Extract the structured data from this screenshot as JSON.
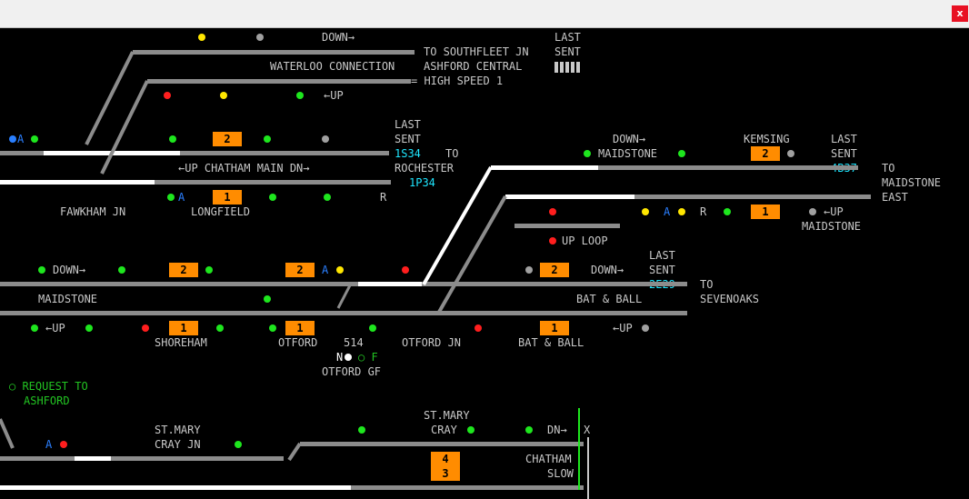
{
  "window": {
    "close_label": "x"
  },
  "labels": {
    "down_1": "DOWN→",
    "to_southfleet": "TO SOUTHFLEET JN",
    "last_sent_1": "LAST",
    "last_sent_1b": "SENT",
    "waterloo": "WATERLOO CONNECTION",
    "ashford_central": "ASHFORD CENTRAL",
    "hs1": "= HIGH SPEED 1",
    "up_1": "←UP",
    "last_sent_2": "LAST",
    "last_sent_2b": "SENT",
    "to_rochester_1": "TO",
    "to_rochester_2": "ROCHESTER",
    "chatham_main": "←UP CHATHAM MAIN DN→",
    "fawkham": "FAWKHAM JN",
    "longfield": "LONGFIELD",
    "down_maidstone": "DOWN→",
    "maidstone_top": "MAIDSTONE",
    "kemsing": "KEMSING",
    "last_sent_3": "LAST",
    "last_sent_3b": "SENT",
    "to_maidstone_east_1": "TO",
    "to_maidstone_east_2": "MAIDSTONE",
    "to_maidstone_east_3": "EAST",
    "up_loop": "UP LOOP",
    "maidstone_r": "MAIDSTONE",
    "up_2": "←UP",
    "down_2": "DOWN→",
    "maidstone_l": "MAIDSTONE",
    "down_3": "DOWN→",
    "last_sent_4": "LAST",
    "last_sent_4b": "SENT",
    "to_sevenoaks_1": "TO",
    "to_sevenoaks_2": "SEVENOAKS",
    "bat_ball_1": "BAT & BALL",
    "up_3": "←UP",
    "shoreham": "SHOREHAM",
    "otford": "OTFORD",
    "n514": "514",
    "otford_jn": "OTFORD JN",
    "bat_ball_2": "BAT & BALL",
    "up_4": "←UP",
    "otford_gf": "OTFORD GF",
    "gf_n": "N",
    "gf_f": "F",
    "request_1": "○ REQUEST TO",
    "request_2": "ASHFORD",
    "st_mary_1": "ST.MARY",
    "cray_jn": "CRAY JN",
    "st_mary_2": "ST.MARY",
    "cray": "CRAY",
    "dn_x": "DN→",
    "x": "X",
    "chatham_slow_1": "CHATHAM",
    "chatham_slow_2": "SLOW",
    "a1": "A",
    "a2": "A",
    "a3": "A",
    "a4": "A",
    "a5": "A",
    "r1": "R",
    "r2": "R",
    "up5": "←UP"
  },
  "descriptions": {
    "d1": "1S34",
    "d2": "1P34",
    "d3": "4B37",
    "d4": "2E29"
  },
  "berths": {
    "b1": "2",
    "b2": "1",
    "b3": "2",
    "b4": "1",
    "b5": "2",
    "b6": "2",
    "b7": "2",
    "b8": "1",
    "b9": "1",
    "b10": "1",
    "b11": "4",
    "b12": "3"
  },
  "colors": {
    "track_gray": "#8c8c8c",
    "track_white": "#ffffff",
    "berth": "#ff8c00",
    "text": "#c8c8c8"
  }
}
